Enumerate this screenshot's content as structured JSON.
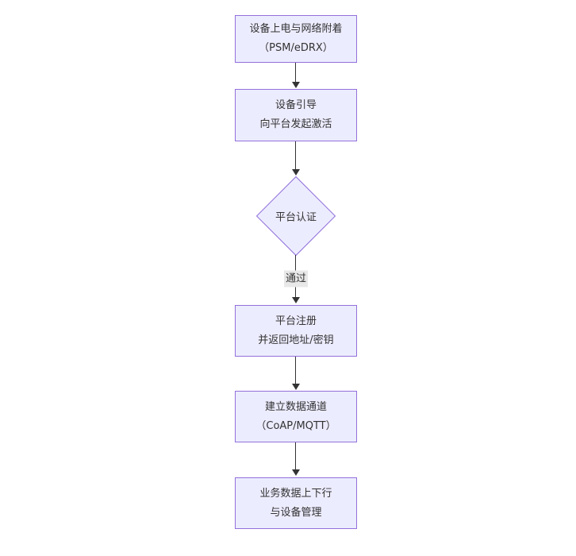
{
  "diagram": {
    "type": "flowchart",
    "direction": "top-down",
    "colors": {
      "background": "#ffffff",
      "node_fill": "#ECECFF",
      "node_border": "#9370DB",
      "arrow": "#333333",
      "text": "#333333",
      "edge_label_bg": "#e8e8e8"
    },
    "nodes": [
      {
        "id": "power-on",
        "type": "rect",
        "lines": [
          "设备上电与网络附着",
          "（PSM/eDRX）"
        ]
      },
      {
        "id": "bootstrap",
        "type": "rect",
        "lines": [
          "设备引导",
          "向平台发起激活"
        ]
      },
      {
        "id": "platform-auth",
        "type": "diamond",
        "lines": [
          "平台认证"
        ]
      },
      {
        "id": "platform-register",
        "type": "rect",
        "lines": [
          "平台注册",
          "并返回地址/密钥"
        ]
      },
      {
        "id": "data-channel",
        "type": "rect",
        "lines": [
          "建立数据通道",
          "（CoAP/MQTT）"
        ]
      },
      {
        "id": "business-data",
        "type": "rect",
        "lines": [
          "业务数据上下行",
          "与设备管理"
        ]
      }
    ],
    "edges": [
      {
        "from": "power-on",
        "to": "bootstrap",
        "label": ""
      },
      {
        "from": "bootstrap",
        "to": "platform-auth",
        "label": ""
      },
      {
        "from": "platform-auth",
        "to": "platform-register",
        "label": "通过"
      },
      {
        "from": "platform-register",
        "to": "data-channel",
        "label": ""
      },
      {
        "from": "data-channel",
        "to": "business-data",
        "label": ""
      }
    ]
  }
}
